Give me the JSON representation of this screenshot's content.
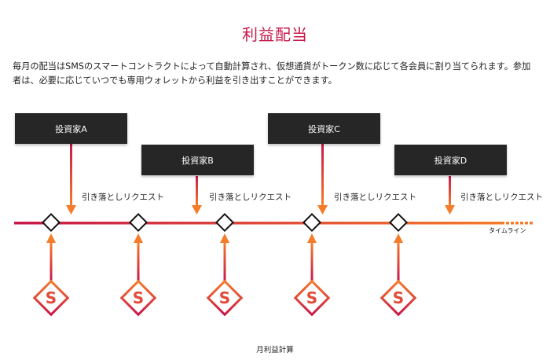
{
  "title": "利益配当",
  "description": "毎月の配当はSMSのスマートコントラクトによって自動計算され、仮想通貨がトークン数に応じて各会員に割り当てられます。参加者は、必要に応じていつでも専用ウォレットから利益を引き出すことができます。",
  "investors": [
    {
      "label": "投資家A"
    },
    {
      "label": "投資家B"
    },
    {
      "label": "投資家C"
    },
    {
      "label": "投資家D"
    }
  ],
  "request_label": "引き落としリクエスト",
  "timeline_label": "タイムライン",
  "monthly_calc_label": "月利益計算",
  "token_glyph": "S",
  "colors": {
    "title": "#c8174a",
    "investor_box": "#262626",
    "arrow_start": "#c8174a",
    "arrow_end": "#f47c2a"
  }
}
